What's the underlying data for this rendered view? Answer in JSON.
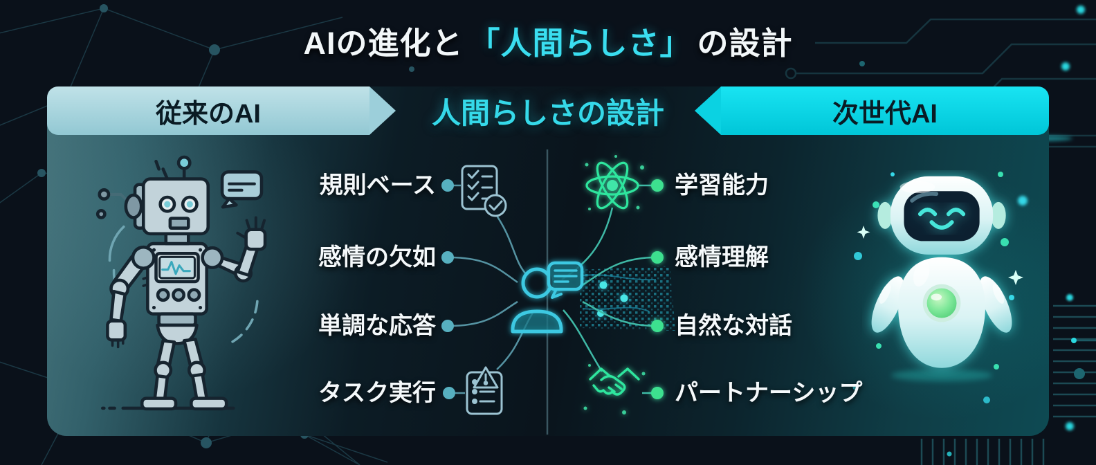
{
  "title": {
    "part1": "AIの進化と",
    "highlight": "「人間らしさ」",
    "part2": "の設計"
  },
  "banners": {
    "left": {
      "label": "従来のAI",
      "style": "pale-cyan ribbon, arrow pointing right"
    },
    "center": {
      "label": "人間らしさの設計",
      "style": "cyan glowing text on dark"
    },
    "right": {
      "label": "次世代AI",
      "style": "bright-cyan ribbon, arrow pointing left"
    }
  },
  "comparison": {
    "left_items": [
      {
        "label": "規則ベース",
        "icon": "checklist-icon"
      },
      {
        "label": "感情の欠如",
        "icon": ""
      },
      {
        "label": "単調な応答",
        "icon": ""
      },
      {
        "label": "タスク実行",
        "icon": "list-warning-icon"
      }
    ],
    "right_items": [
      {
        "label": "学習能力",
        "icon": "atom-icon"
      },
      {
        "label": "感情理解",
        "icon": ""
      },
      {
        "label": "自然な対話",
        "icon": ""
      },
      {
        "label": "パートナーシップ",
        "icon": "handshake-icon"
      }
    ]
  },
  "illustrations": {
    "left": "retro-robot-illustration",
    "center": "person-chat-icon",
    "right": "friendly-glowing-robot-illustration"
  },
  "colors": {
    "background": "#0a111a",
    "accent_cyan": "#35d9e9",
    "banner_left_bg": "#a9d6de",
    "banner_right_bg": "#0bdcec",
    "item_text": "#f5f9fb",
    "left_connector": "#57b0c0",
    "right_connector": "#3ce08f",
    "green_glow": "#3fe6a8"
  }
}
